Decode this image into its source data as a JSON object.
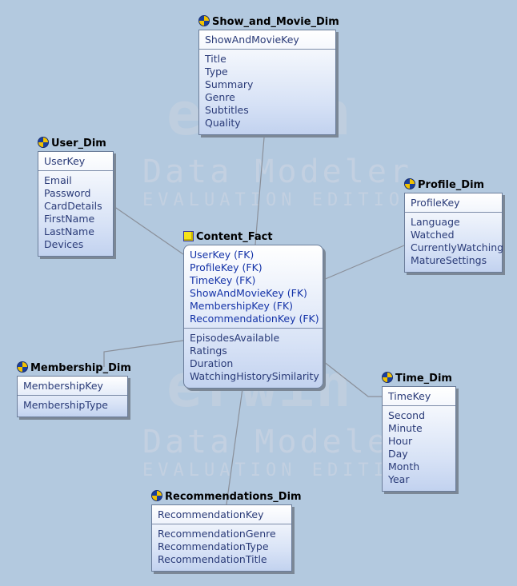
{
  "watermark": {
    "logo_text": "erwin",
    "product_text": "Data Modeler",
    "edition_text": "EVALUATION EDITION"
  },
  "colors": {
    "background": "#b3c9df",
    "entity_fill": "#d7e2f6",
    "attribute_text": "#2a3b78",
    "fk_text": "#1433a8",
    "link_line": "#8a8f99"
  },
  "entities": {
    "show_and_movie": {
      "title": "Show_and_Movie_Dim",
      "icon": "dimension-icon",
      "keys": [
        "ShowAndMovieKey"
      ],
      "attributes": [
        "Title",
        "Type",
        "Summary",
        "Genre",
        "Subtitles",
        "Quality"
      ]
    },
    "user": {
      "title": "User_Dim",
      "icon": "dimension-icon",
      "keys": [
        "UserKey"
      ],
      "attributes": [
        "Email",
        "Password",
        "CardDetails",
        "FirstName",
        "LastName",
        "Devices"
      ]
    },
    "profile": {
      "title": "Profile_Dim",
      "icon": "dimension-icon",
      "keys": [
        "ProfileKey"
      ],
      "attributes": [
        "Language",
        "Watched",
        "CurrentlyWatching",
        "MatureSettings"
      ]
    },
    "content_fact": {
      "title": "Content_Fact",
      "icon": "fact-table-icon",
      "keys": [
        "UserKey (FK)",
        "ProfileKey (FK)",
        "TimeKey (FK)",
        "ShowAndMovieKey (FK)",
        "MembershipKey (FK)",
        "RecommendationKey (FK)"
      ],
      "attributes": [
        "EpisodesAvailable",
        "Ratings",
        "Duration",
        "WatchingHistorySimilarity"
      ]
    },
    "membership": {
      "title": "Membership_Dim",
      "icon": "dimension-icon",
      "keys": [
        "MembershipKey"
      ],
      "attributes": [
        "MembershipType"
      ]
    },
    "time": {
      "title": "Time_Dim",
      "icon": "dimension-icon",
      "keys": [
        "TimeKey"
      ],
      "attributes": [
        "Second",
        "Minute",
        "Hour",
        "Day",
        "Month",
        "Year"
      ]
    },
    "recommendations": {
      "title": "Recommendations_Dim",
      "icon": "dimension-icon",
      "keys": [
        "RecommendationKey"
      ],
      "attributes": [
        "RecommendationGenre",
        "RecommendationType",
        "RecommendationTitle"
      ]
    }
  }
}
